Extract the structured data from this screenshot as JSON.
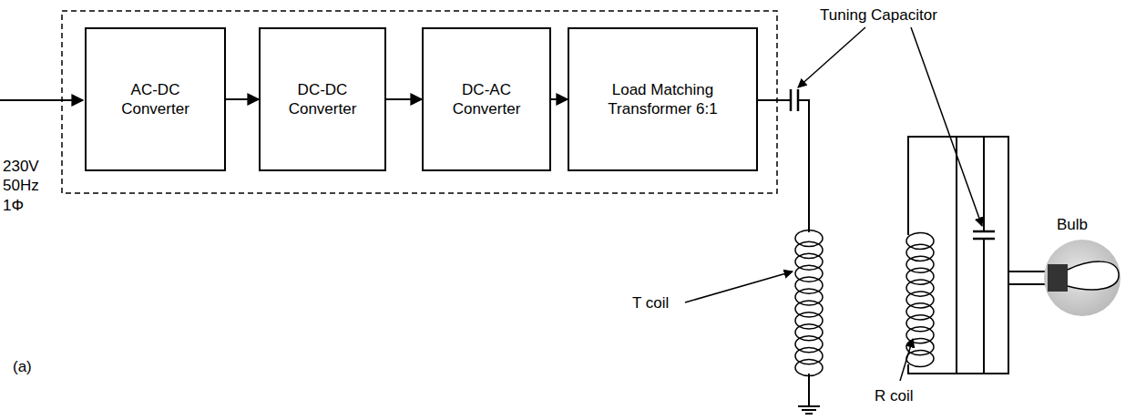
{
  "diagram": {
    "nodes": [
      {
        "text": [
          "AC-DC Converter"
        ]
      },
      {
        "text": [
          "DC-DC Converter"
        ]
      },
      {
        "text": [
          "DC-AC Converter"
        ]
      },
      {
        "text": [
          "Load Matching Transformer 6:1"
        ]
      }
    ],
    "edges": [
      {
        "from": 0,
        "to": 1,
        "arrow": "to"
      },
      {
        "from": 1,
        "to": 2,
        "arrow": "to"
      },
      {
        "from": 2,
        "to": 3,
        "arrow": "to"
      }
    ],
    "labels": [
      "230V 50Hz 1Φ",
      "Tuning Capacitor",
      "T coil",
      "R coil",
      "Bulb",
      "(a)"
    ]
  }
}
